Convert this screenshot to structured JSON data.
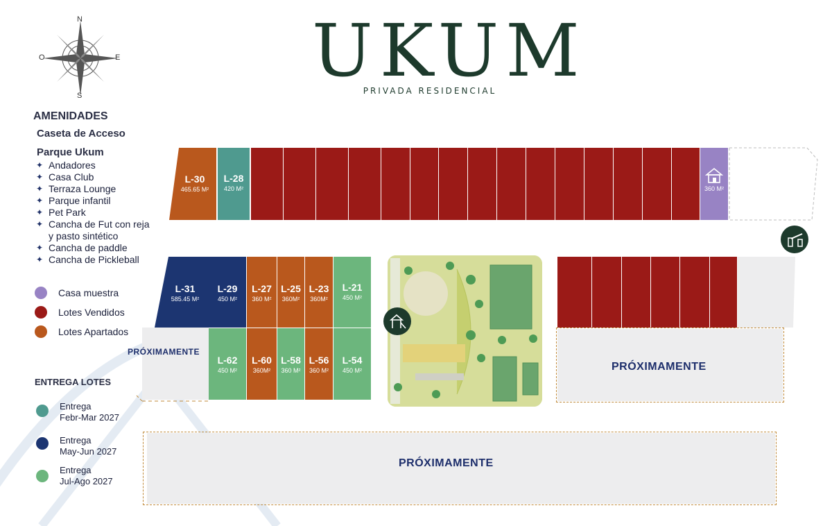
{
  "brand": {
    "name": "UKUM",
    "subtitle": "PRIVADA RESIDENCIAL"
  },
  "compass": {
    "n": "N",
    "s": "S",
    "e": "E",
    "w": "O"
  },
  "amenities": {
    "heading": "AMENIDADES",
    "access": "Caseta de Acceso",
    "park_title": "Parque Ukum",
    "items": [
      "Andadores",
      "Casa Club",
      "Terraza Lounge",
      "Parque infantil",
      "Pet Park",
      "Cancha de Fut con reja y pasto sintético",
      "Cancha de paddle",
      "Cancha de Pickleball"
    ]
  },
  "legend": [
    {
      "label": "Casa muestra",
      "color": "#9883c4"
    },
    {
      "label": "Lotes Vendidos",
      "color": "#9b1a17"
    },
    {
      "label": "Lotes Apartados",
      "color": "#b9581d"
    }
  ],
  "delivery": {
    "heading": "ENTREGA LOTES",
    "items": [
      {
        "label": "Entrega",
        "date": "Febr-Mar 2027",
        "color": "#4f9a8f"
      },
      {
        "label": "Entrega",
        "date": "May-Jun 2027",
        "color": "#1c3571"
      },
      {
        "label": "Entrega",
        "date": "Jul-Ago 2027",
        "color": "#6cb67d"
      }
    ]
  },
  "lots": {
    "l30": {
      "id": "L-30",
      "area": "465.65 M²"
    },
    "l28": {
      "id": "L-28",
      "area": "420 M²"
    },
    "model": {
      "area": "360 M²"
    },
    "l31": {
      "id": "L-31",
      "area": "585.45 M²"
    },
    "l29": {
      "id": "L-29",
      "area": "450 M²"
    },
    "l27": {
      "id": "L-27",
      "area": "360 M²"
    },
    "l25": {
      "id": "L-25",
      "area": "360M²"
    },
    "l23": {
      "id": "L-23",
      "area": "360M²"
    },
    "l21": {
      "id": "L-21",
      "area": "450 M²"
    },
    "l62": {
      "id": "L-62",
      "area": "450 M²"
    },
    "l60": {
      "id": "L-60",
      "area": "360M²"
    },
    "l58": {
      "id": "L-58",
      "area": "360 M²"
    },
    "l56": {
      "id": "L-56",
      "area": "360 M²"
    },
    "l54": {
      "id": "L-54",
      "area": "450 M²"
    }
  },
  "coming_soon": {
    "left": "PRÓXIMAMENTE",
    "right": "PRÓXIMAMENTE",
    "bottom": "PRÓXIMAMENTE"
  },
  "icons": {
    "compass": "compass-rose-icon",
    "house": "house-icon",
    "park": "playground-icon",
    "gate": "barrier-gate-icon"
  }
}
